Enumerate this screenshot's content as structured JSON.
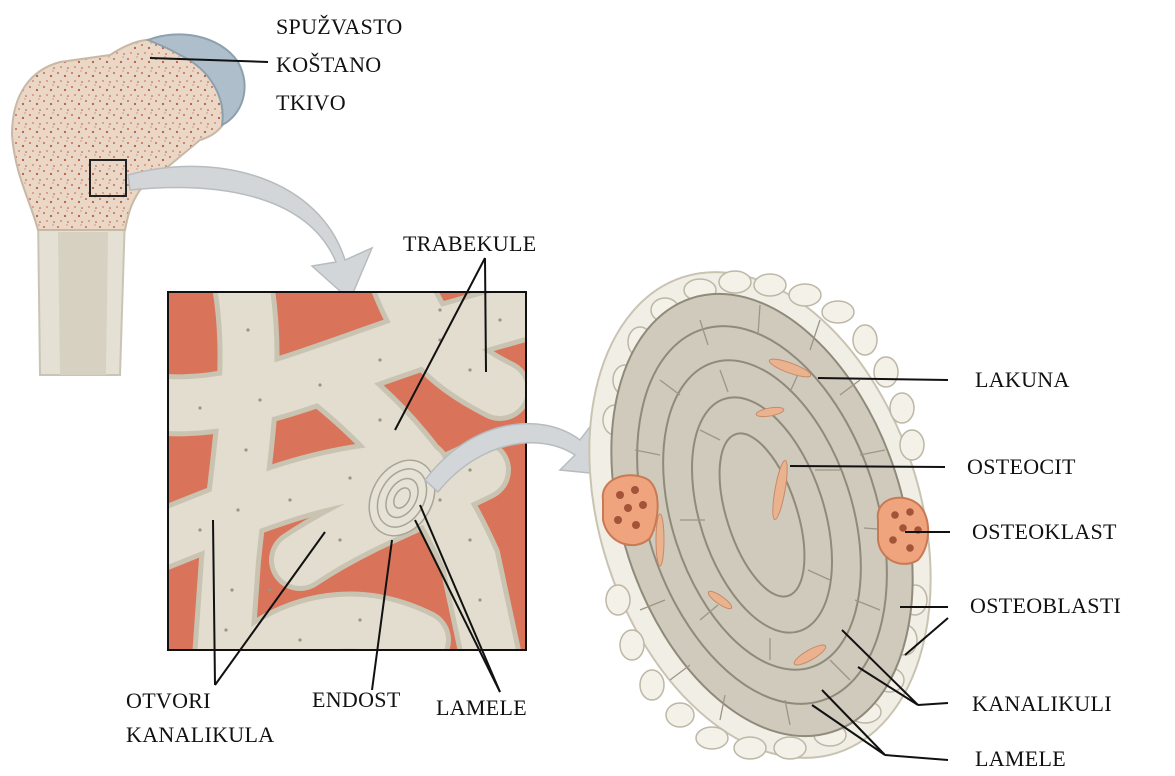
{
  "labels": {
    "spongy": [
      "SPUŽVASTO",
      "KOŠTANO",
      "TKIVO"
    ],
    "trabekule": "TRABEKULE",
    "otvori": [
      "OTVORI",
      "KANALIKULA"
    ],
    "endost": "ENDOST",
    "lamele_left": "LAMELE",
    "lakuna": "LAKUNA",
    "osteocit": "OSTEOCIT",
    "osteoklast": "OSTEOKLAST",
    "osteoblasti": "OSTEOBLASTI",
    "kanalikuli": "KANALIKULI",
    "lamele_right": "LAMELE"
  },
  "colors": {
    "marrow": "#d9745a",
    "bone": "#ddd8c8",
    "cartilage": "#aebfcb",
    "arrow": "#cfd3d6",
    "osteoclast": "#efa47d",
    "line": "#111111"
  }
}
